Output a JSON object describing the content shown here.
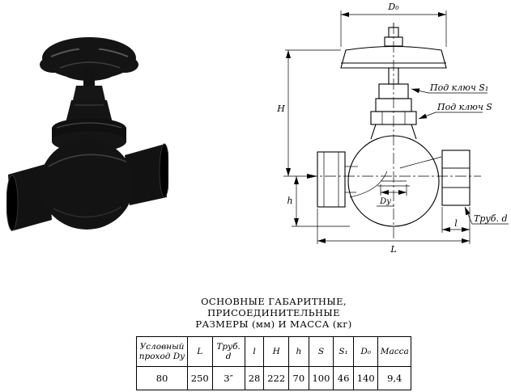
{
  "document": {
    "background": "#ffffff"
  },
  "drawing": {
    "labels": {
      "d0": "D₀",
      "pod_kluch_s1": "Под ключ S₁",
      "pod_kluch_s": "Под ключ S",
      "H": "H",
      "h": "h",
      "dy": "Dу",
      "l": "l",
      "L": "L",
      "trub_d": "Труб. d"
    }
  },
  "table": {
    "title_line1": "ОСНОВНЫЕ ГАБАРИТНЫЕ, ПРИСОЕДИНИТЕЛЬНЫЕ",
    "title_line2": "РАЗМЕРЫ (мм) И МАССА (кг)",
    "headers": [
      "Условный проход Dу",
      "L",
      "Труб. d",
      "l",
      "H",
      "h",
      "S",
      "S₁",
      "D₀",
      "Масса"
    ],
    "row": [
      "80",
      "250",
      "3″",
      "28",
      "222",
      "70",
      "100",
      "46",
      "140",
      "9,4"
    ]
  }
}
